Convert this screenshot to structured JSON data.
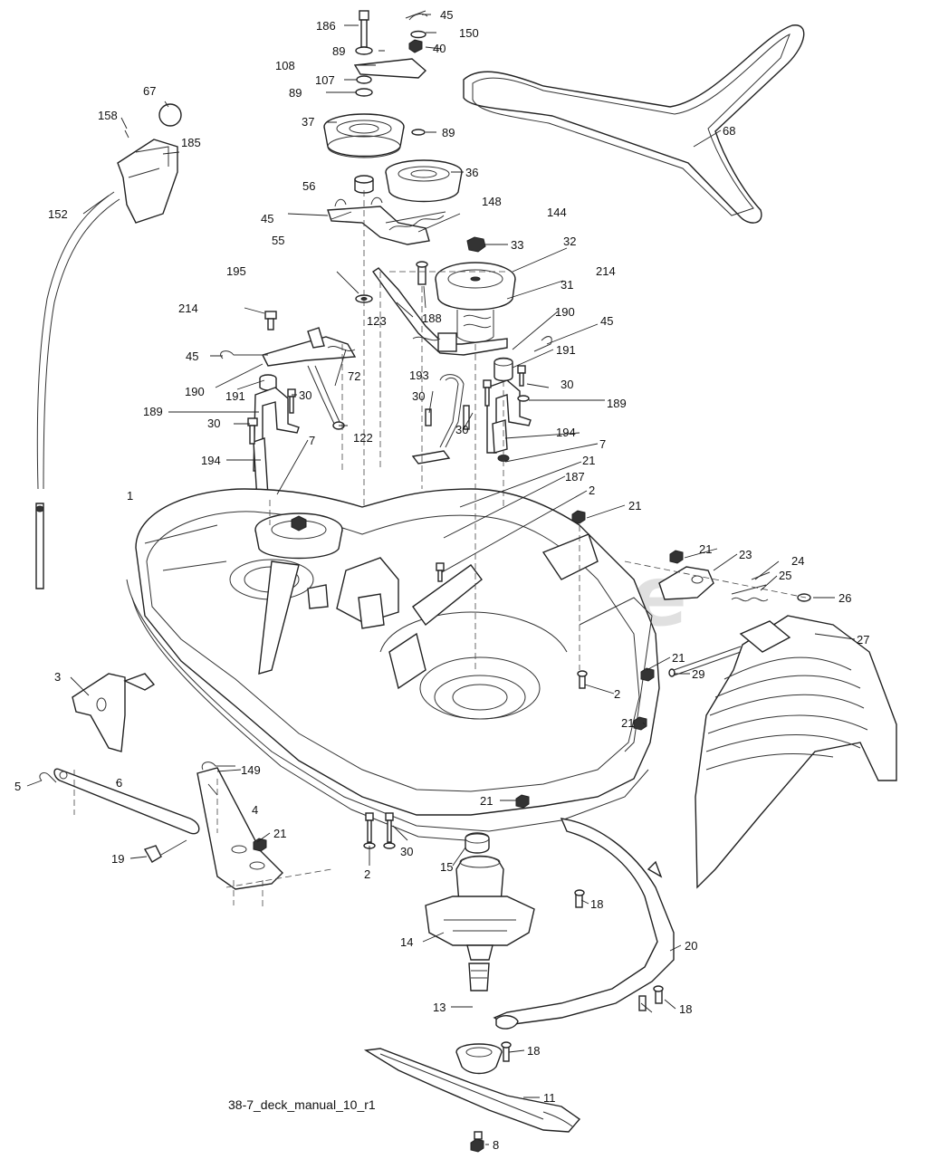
{
  "watermark": "PartsTree",
  "caption": "38-7_deck_manual_10_r1",
  "callouts": [
    "186",
    "45",
    "150",
    "89",
    "40",
    "108",
    "107",
    "89",
    "67",
    "158",
    "185",
    "37",
    "89",
    "36",
    "56",
    "68",
    "152",
    "45",
    "148",
    "144",
    "55",
    "33",
    "32",
    "195",
    "214",
    "31",
    "188",
    "214",
    "123",
    "190",
    "45",
    "45",
    "191",
    "190",
    "72",
    "191",
    "30",
    "193",
    "30",
    "189",
    "30",
    "122",
    "30",
    "30",
    "189",
    "194",
    "194",
    "7",
    "7",
    "21",
    "1",
    "187",
    "2",
    "21",
    "21",
    "23",
    "24",
    "25",
    "26",
    "27",
    "21",
    "29",
    "2",
    "3",
    "21",
    "6",
    "5",
    "149",
    "4",
    "21",
    "21",
    "19",
    "2",
    "30",
    "15",
    "18",
    "14",
    "20",
    "13",
    "18",
    "18",
    "11",
    "8"
  ]
}
